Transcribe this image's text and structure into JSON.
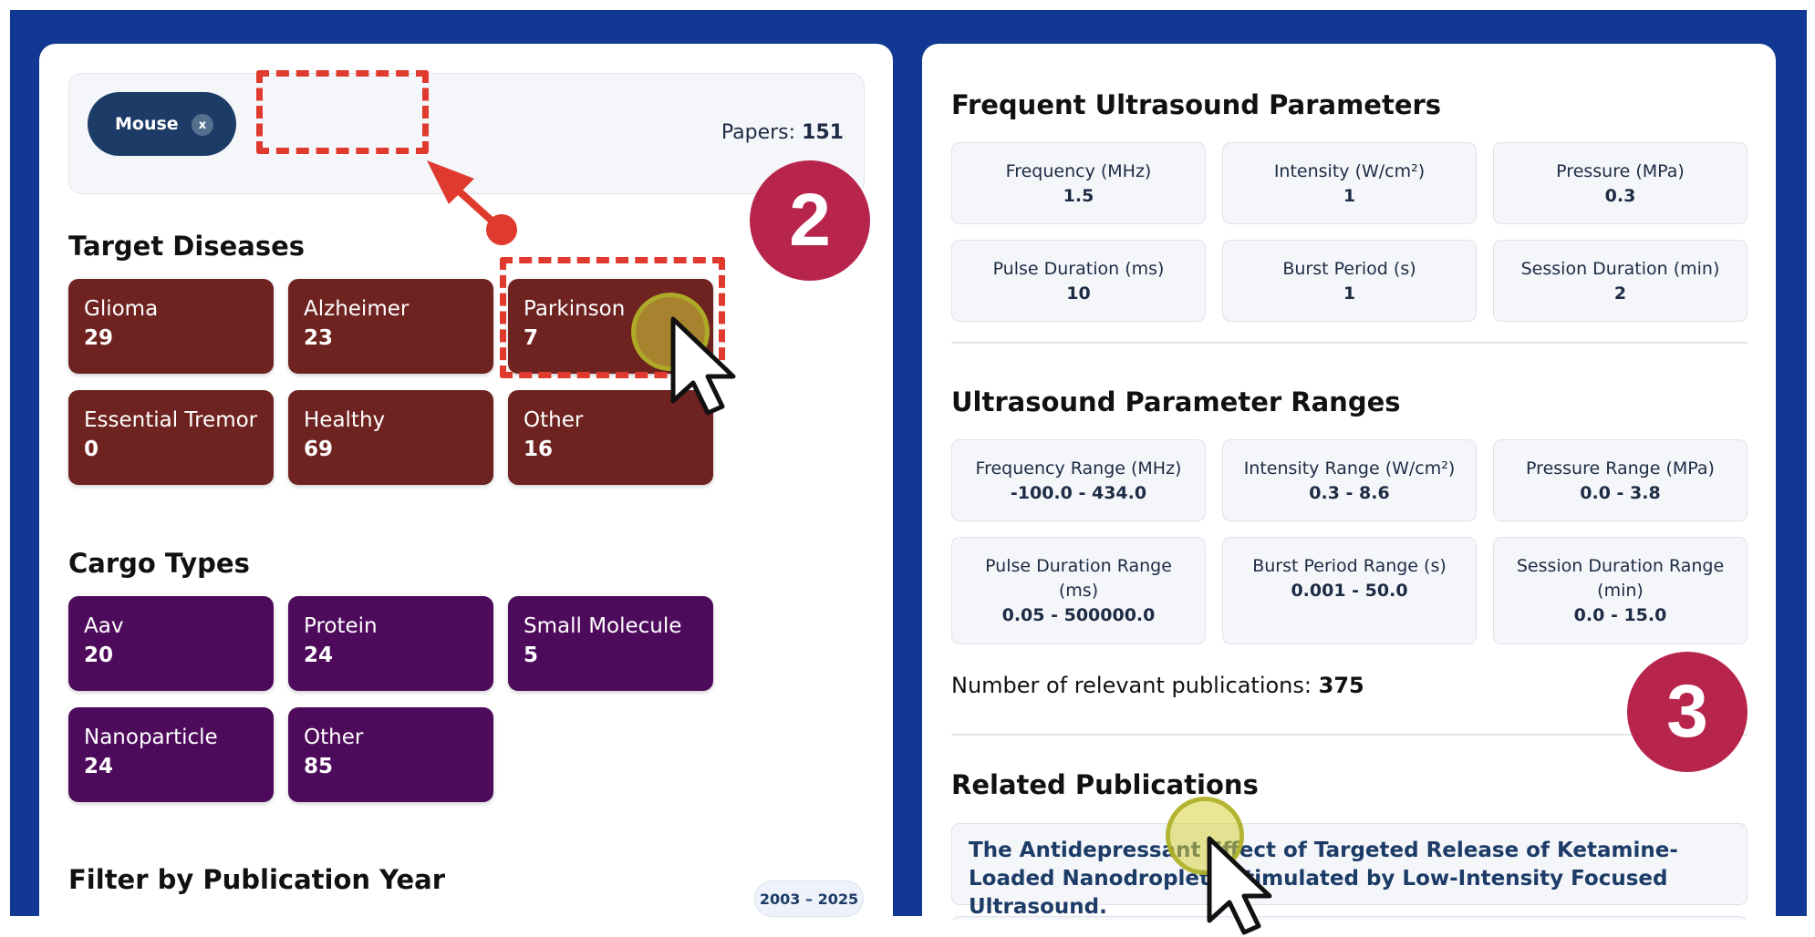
{
  "filter": {
    "chip_label": "Mouse",
    "chip_remove": "x",
    "papers_label": "Papers:",
    "papers_count": "151"
  },
  "target_diseases": {
    "title": "Target Diseases",
    "items": [
      {
        "name": "Glioma",
        "count": "29"
      },
      {
        "name": "Alzheimer",
        "count": "23"
      },
      {
        "name": "Parkinson",
        "count": "7"
      },
      {
        "name": "Essential Tremor",
        "count": "0"
      },
      {
        "name": "Healthy",
        "count": "69"
      },
      {
        "name": "Other",
        "count": "16"
      }
    ]
  },
  "cargo_types": {
    "title": "Cargo Types",
    "items": [
      {
        "name": "Aav",
        "count": "20"
      },
      {
        "name": "Protein",
        "count": "24"
      },
      {
        "name": "Small Molecule",
        "count": "5"
      },
      {
        "name": "Nanoparticle",
        "count": "24"
      },
      {
        "name": "Other",
        "count": "85"
      }
    ]
  },
  "year_filter": {
    "title": "Filter by Publication Year",
    "range": "2003 – 2025"
  },
  "frequent_params": {
    "title": "Frequent Ultrasound Parameters",
    "items": [
      {
        "label": "Frequency (MHz)",
        "value": "1.5"
      },
      {
        "label": "Intensity (W/cm²)",
        "value": "1"
      },
      {
        "label": "Pressure (MPa)",
        "value": "0.3"
      },
      {
        "label": "Pulse Duration (ms)",
        "value": "10"
      },
      {
        "label": "Burst Period (s)",
        "value": "1"
      },
      {
        "label": "Session Duration (min)",
        "value": "2"
      }
    ]
  },
  "param_ranges": {
    "title": "Ultrasound Parameter Ranges",
    "items": [
      {
        "label": "Frequency Range (MHz)",
        "value": "-100.0 - 434.0"
      },
      {
        "label": "Intensity Range (W/cm²)",
        "value": "0.3 - 8.6"
      },
      {
        "label": "Pressure Range (MPa)",
        "value": "0.0 - 3.8"
      },
      {
        "label": "Pulse Duration Range (ms)",
        "value": "0.05 - 500000.0"
      },
      {
        "label": "Burst Period Range (s)",
        "value": "0.001 - 50.0"
      },
      {
        "label": "Session Duration Range (min)",
        "value": "0.0 - 15.0"
      }
    ]
  },
  "publications": {
    "count_label": "Number of relevant publications:",
    "count": "375",
    "title": "Related Publications",
    "items": [
      {
        "title": "The Antidepressant Effect of Targeted Release of Ketamine-Loaded Nanodroplets Stimulated by Low-Intensity Focused Ultrasound."
      }
    ]
  },
  "annotations": {
    "step_2": "2",
    "step_3": "3",
    "accent_color": "#b8254c",
    "dash_color": "#e03a2e"
  }
}
